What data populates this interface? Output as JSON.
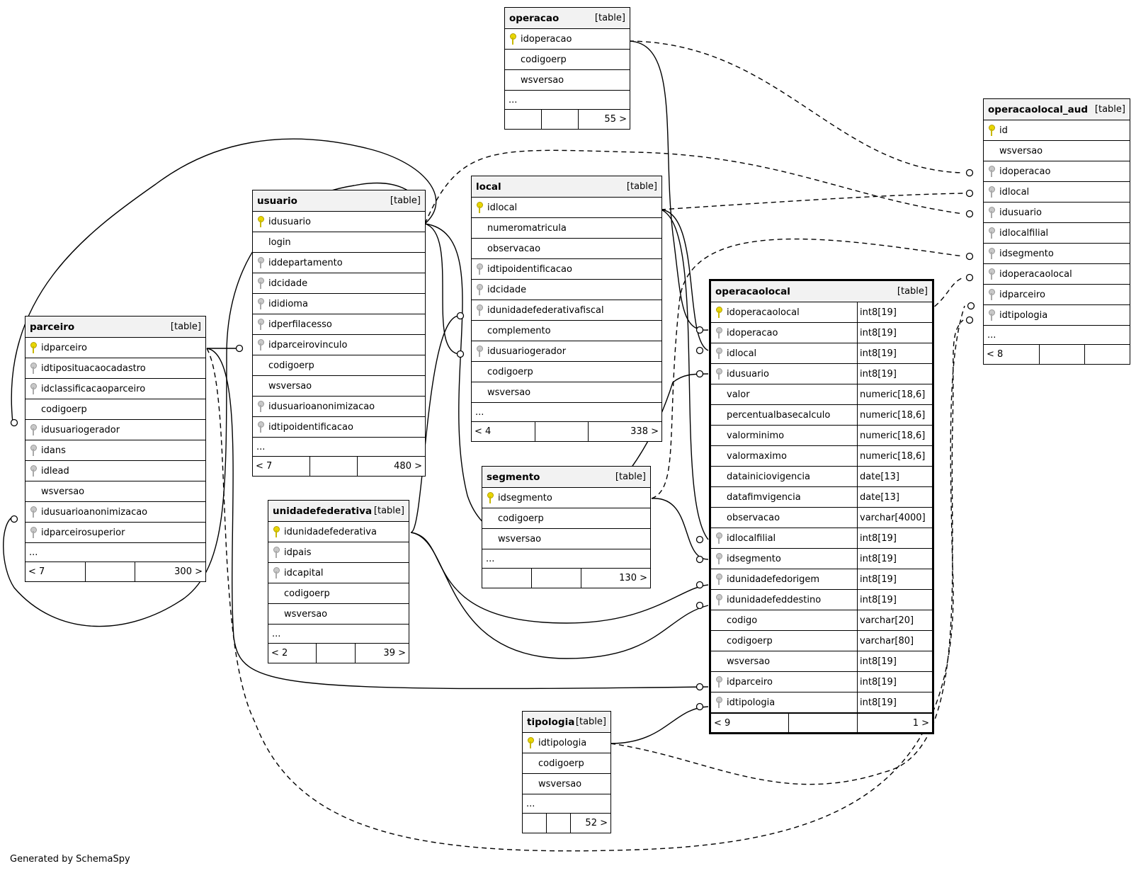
{
  "footer": "Generated by SchemaSpy",
  "tables": {
    "operacao": {
      "name": "operacao",
      "type": "[table]",
      "columns": [
        {
          "name": "idoperacao",
          "key": "pk"
        },
        {
          "name": "codigoerp",
          "key": ""
        },
        {
          "name": "wsversao",
          "key": ""
        }
      ],
      "ellipsis": "...",
      "footer": [
        "",
        "",
        "55 >"
      ]
    },
    "operacaolocal_aud": {
      "name": "operacaolocal_aud",
      "type": "[table]",
      "columns": [
        {
          "name": "id",
          "key": "pk"
        },
        {
          "name": "wsversao",
          "key": ""
        },
        {
          "name": "idoperacao",
          "key": "fk"
        },
        {
          "name": "idlocal",
          "key": "fk"
        },
        {
          "name": "idusuario",
          "key": "fk"
        },
        {
          "name": "idlocalfilial",
          "key": "fk"
        },
        {
          "name": "idsegmento",
          "key": "fk"
        },
        {
          "name": "idoperacaolocal",
          "key": "fk"
        },
        {
          "name": "idparceiro",
          "key": "fk"
        },
        {
          "name": "idtipologia",
          "key": "fk"
        }
      ],
      "ellipsis": "...",
      "footer": [
        "< 8",
        "",
        ""
      ]
    },
    "local": {
      "name": "local",
      "type": "[table]",
      "columns": [
        {
          "name": "idlocal",
          "key": "pk"
        },
        {
          "name": "numeromatricula",
          "key": ""
        },
        {
          "name": "observacao",
          "key": ""
        },
        {
          "name": "idtipoidentificacao",
          "key": "fk"
        },
        {
          "name": "idcidade",
          "key": "fk"
        },
        {
          "name": "idunidadefederativafiscal",
          "key": "fk"
        },
        {
          "name": "complemento",
          "key": ""
        },
        {
          "name": "idusuariogerador",
          "key": "fk"
        },
        {
          "name": "codigoerp",
          "key": ""
        },
        {
          "name": "wsversao",
          "key": ""
        }
      ],
      "ellipsis": "...",
      "footer": [
        "< 4",
        "",
        "338 >"
      ]
    },
    "usuario": {
      "name": "usuario",
      "type": "[table]",
      "columns": [
        {
          "name": "idusuario",
          "key": "pk"
        },
        {
          "name": "login",
          "key": ""
        },
        {
          "name": "iddepartamento",
          "key": "fk"
        },
        {
          "name": "idcidade",
          "key": "fk"
        },
        {
          "name": "ididioma",
          "key": "fk"
        },
        {
          "name": "idperfilacesso",
          "key": "fk"
        },
        {
          "name": "idparceirovinculo",
          "key": "fk"
        },
        {
          "name": "codigoerp",
          "key": ""
        },
        {
          "name": "wsversao",
          "key": ""
        },
        {
          "name": "idusuarioanonimizacao",
          "key": "fk"
        },
        {
          "name": "idtipoidentificacao",
          "key": "fk"
        }
      ],
      "ellipsis": "...",
      "footer": [
        "< 7",
        "",
        "480 >"
      ]
    },
    "parceiro": {
      "name": "parceiro",
      "type": "[table]",
      "columns": [
        {
          "name": "idparceiro",
          "key": "pk"
        },
        {
          "name": "idtiposituacaocadastro",
          "key": "fk"
        },
        {
          "name": "idclassificacaoparceiro",
          "key": "fk"
        },
        {
          "name": "codigoerp",
          "key": ""
        },
        {
          "name": "idusuariogerador",
          "key": "fk"
        },
        {
          "name": "idans",
          "key": "fk"
        },
        {
          "name": "idlead",
          "key": "fk"
        },
        {
          "name": "wsversao",
          "key": ""
        },
        {
          "name": "idusuarioanonimizacao",
          "key": "fk"
        },
        {
          "name": "idparceirosuperior",
          "key": "fk"
        }
      ],
      "ellipsis": "...",
      "footer": [
        "< 7",
        "",
        "300 >"
      ]
    },
    "operacaolocal": {
      "name": "operacaolocal",
      "type": "[table]",
      "columns": [
        {
          "name": "idoperacaolocal",
          "key": "pk",
          "type": "int8[19]"
        },
        {
          "name": "idoperacao",
          "key": "fk",
          "type": "int8[19]"
        },
        {
          "name": "idlocal",
          "key": "fk",
          "type": "int8[19]"
        },
        {
          "name": "idusuario",
          "key": "fk",
          "type": "int8[19]"
        },
        {
          "name": "valor",
          "key": "",
          "type": "numeric[18,6]"
        },
        {
          "name": "percentualbasecalculo",
          "key": "",
          "type": "numeric[18,6]"
        },
        {
          "name": "valorminimo",
          "key": "",
          "type": "numeric[18,6]"
        },
        {
          "name": "valormaximo",
          "key": "",
          "type": "numeric[18,6]"
        },
        {
          "name": "datainiciovigencia",
          "key": "",
          "type": "date[13]"
        },
        {
          "name": "datafimvigencia",
          "key": "",
          "type": "date[13]"
        },
        {
          "name": "observacao",
          "key": "",
          "type": "varchar[4000]"
        },
        {
          "name": "idlocalfilial",
          "key": "fk",
          "type": "int8[19]"
        },
        {
          "name": "idsegmento",
          "key": "fk",
          "type": "int8[19]"
        },
        {
          "name": "idunidadefedorigem",
          "key": "fk",
          "type": "int8[19]"
        },
        {
          "name": "idunidadefeddestino",
          "key": "fk",
          "type": "int8[19]"
        },
        {
          "name": "codigo",
          "key": "",
          "type": "varchar[20]"
        },
        {
          "name": "codigoerp",
          "key": "",
          "type": "varchar[80]"
        },
        {
          "name": "wsversao",
          "key": "",
          "type": "int8[19]"
        },
        {
          "name": "idparceiro",
          "key": "fk",
          "type": "int8[19]"
        },
        {
          "name": "idtipologia",
          "key": "fk",
          "type": "int8[19]"
        }
      ],
      "footer": [
        "< 9",
        "",
        "1 >"
      ]
    },
    "segmento": {
      "name": "segmento",
      "type": "[table]",
      "columns": [
        {
          "name": "idsegmento",
          "key": "pk"
        },
        {
          "name": "codigoerp",
          "key": ""
        },
        {
          "name": "wsversao",
          "key": ""
        }
      ],
      "ellipsis": "...",
      "footer": [
        "",
        "",
        "130 >"
      ]
    },
    "unidadefederativa": {
      "name": "unidadefederativa",
      "type": "[table]",
      "columns": [
        {
          "name": "idunidadefederativa",
          "key": "pk"
        },
        {
          "name": "idpais",
          "key": "fk"
        },
        {
          "name": "idcapital",
          "key": "fk"
        },
        {
          "name": "codigoerp",
          "key": ""
        },
        {
          "name": "wsversao",
          "key": ""
        }
      ],
      "ellipsis": "...",
      "footer": [
        "< 2",
        "",
        "39 >"
      ]
    },
    "tipologia": {
      "name": "tipologia",
      "type": "[table]",
      "columns": [
        {
          "name": "idtipologia",
          "key": "pk"
        },
        {
          "name": "codigoerp",
          "key": ""
        },
        {
          "name": "wsversao",
          "key": ""
        }
      ],
      "ellipsis": "...",
      "footer": [
        "",
        "",
        "52 >"
      ]
    }
  }
}
